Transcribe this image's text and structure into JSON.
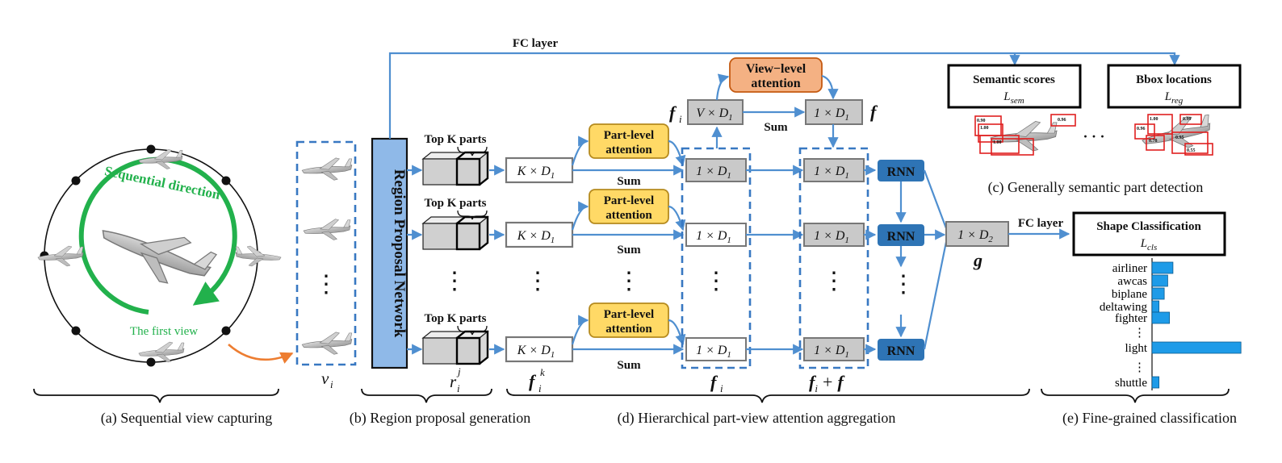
{
  "labels": {
    "fc_layer_top": "FC layer",
    "fc_layer_right": "FC layer",
    "region_proposal_network": "Region Proposal Network",
    "top_k_parts": "Top K parts",
    "k_times_d1": "K × D",
    "one_times_d1": "1 × D",
    "v_times_d1": "V × D",
    "one_times_d2": "1 × D",
    "subscript_1": "1",
    "subscript_2": "2",
    "part_level_attention_line1": "Part-level",
    "part_level_attention_line2": "attention",
    "view_level_attention_line1": "View−level",
    "view_level_attention_line2": "attention",
    "sum": "Sum",
    "rnn": "RNN",
    "ellipsis_vertical": "⋮",
    "ellipsis_horizontal": "· · ·",
    "sequential_direction": "Sequential direction",
    "the_first_view": "The first view",
    "semantic_scores": "Semantic scores",
    "bbox_locations": "Bbox locations",
    "shape_classification": "Shape Classification",
    "l_sem": "L",
    "l_sem_sub": "sem",
    "l_reg": "L",
    "l_reg_sub": "reg",
    "l_cls": "L",
    "l_cls_sub": "cls",
    "v_i": "v",
    "r_i_j": "r",
    "f_i_k": "f",
    "f_i": "f",
    "f_i_plus_f": "f",
    "f": "f",
    "g": "g",
    "sub_i": "i",
    "sup_j": "j",
    "sup_k": "k",
    "plus": "+",
    "score_labels": [
      "0.90",
      "1.00",
      "0.96",
      "1.00",
      "1.00",
      "0.96",
      "0.99",
      "0.78",
      "0.95",
      "0.55"
    ]
  },
  "captions": {
    "a": "(a) Sequential view capturing",
    "b": "(b) Region proposal generation",
    "c": "(c) Generally semantic part detection",
    "d": "(d) Hierarchical part-view attention aggregation",
    "e": "(e) Fine-grained classification"
  },
  "classification": {
    "categories": [
      "airliner",
      "awcas",
      "biplane",
      "deltawing",
      "fighter",
      "light",
      "shuttle"
    ],
    "scores": [
      0.12,
      0.09,
      0.07,
      0.04,
      0.1,
      0.51,
      0.04
    ],
    "bar_color": "#1e9be8"
  },
  "colors": {
    "arrow_blue": "#4f8fd0",
    "rpn_fill": "#8fb9e8",
    "rnn_fill": "#2e74b5",
    "part_attention_fill": "#ffd966",
    "view_attention_fill": "#f4b183",
    "gray_box": "#c9c9c9",
    "sequential_green": "#22b14c",
    "first_view_arrow": "#ed7d31",
    "bbox_red": "#e02020"
  }
}
